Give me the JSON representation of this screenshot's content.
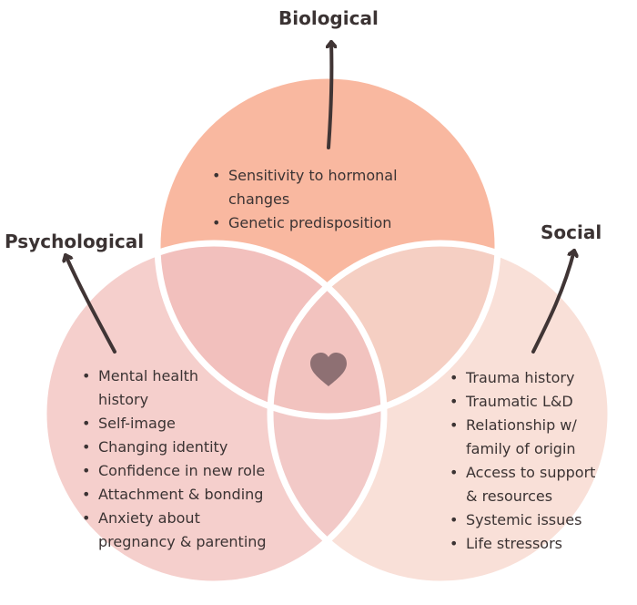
{
  "headings": {
    "biological": "Biological",
    "psychological": "Psychological",
    "social": "Social"
  },
  "biological_items": [
    "Sensitivity to hormonal\nchanges",
    "Genetic predisposition"
  ],
  "psychological_items": [
    "Mental health\nhistory",
    "Self-image",
    "Changing identity",
    "Confidence in new role",
    "Attachment & bonding",
    "Anxiety about\npregnancy & parenting"
  ],
  "social_items": [
    "Trauma history",
    "Traumatic L&D",
    "Relationship w/\nfamily of origin",
    "Access to support\n& resources",
    "Systemic issues",
    "Life stressors"
  ],
  "center_icon": "heart-icon",
  "colors": {
    "biological": "#f9b8a0",
    "psychological": "#f5cfcc",
    "social": "#f9e0d8",
    "overlap_bio_psych": "#f2c0bd",
    "overlap_bio_social": "#f5cfc3",
    "overlap_psych_social": "#f2c9c7",
    "center": "#f2c3bf",
    "heart": "#8e7073",
    "arrow": "#403535",
    "outline": "#ffffff"
  }
}
